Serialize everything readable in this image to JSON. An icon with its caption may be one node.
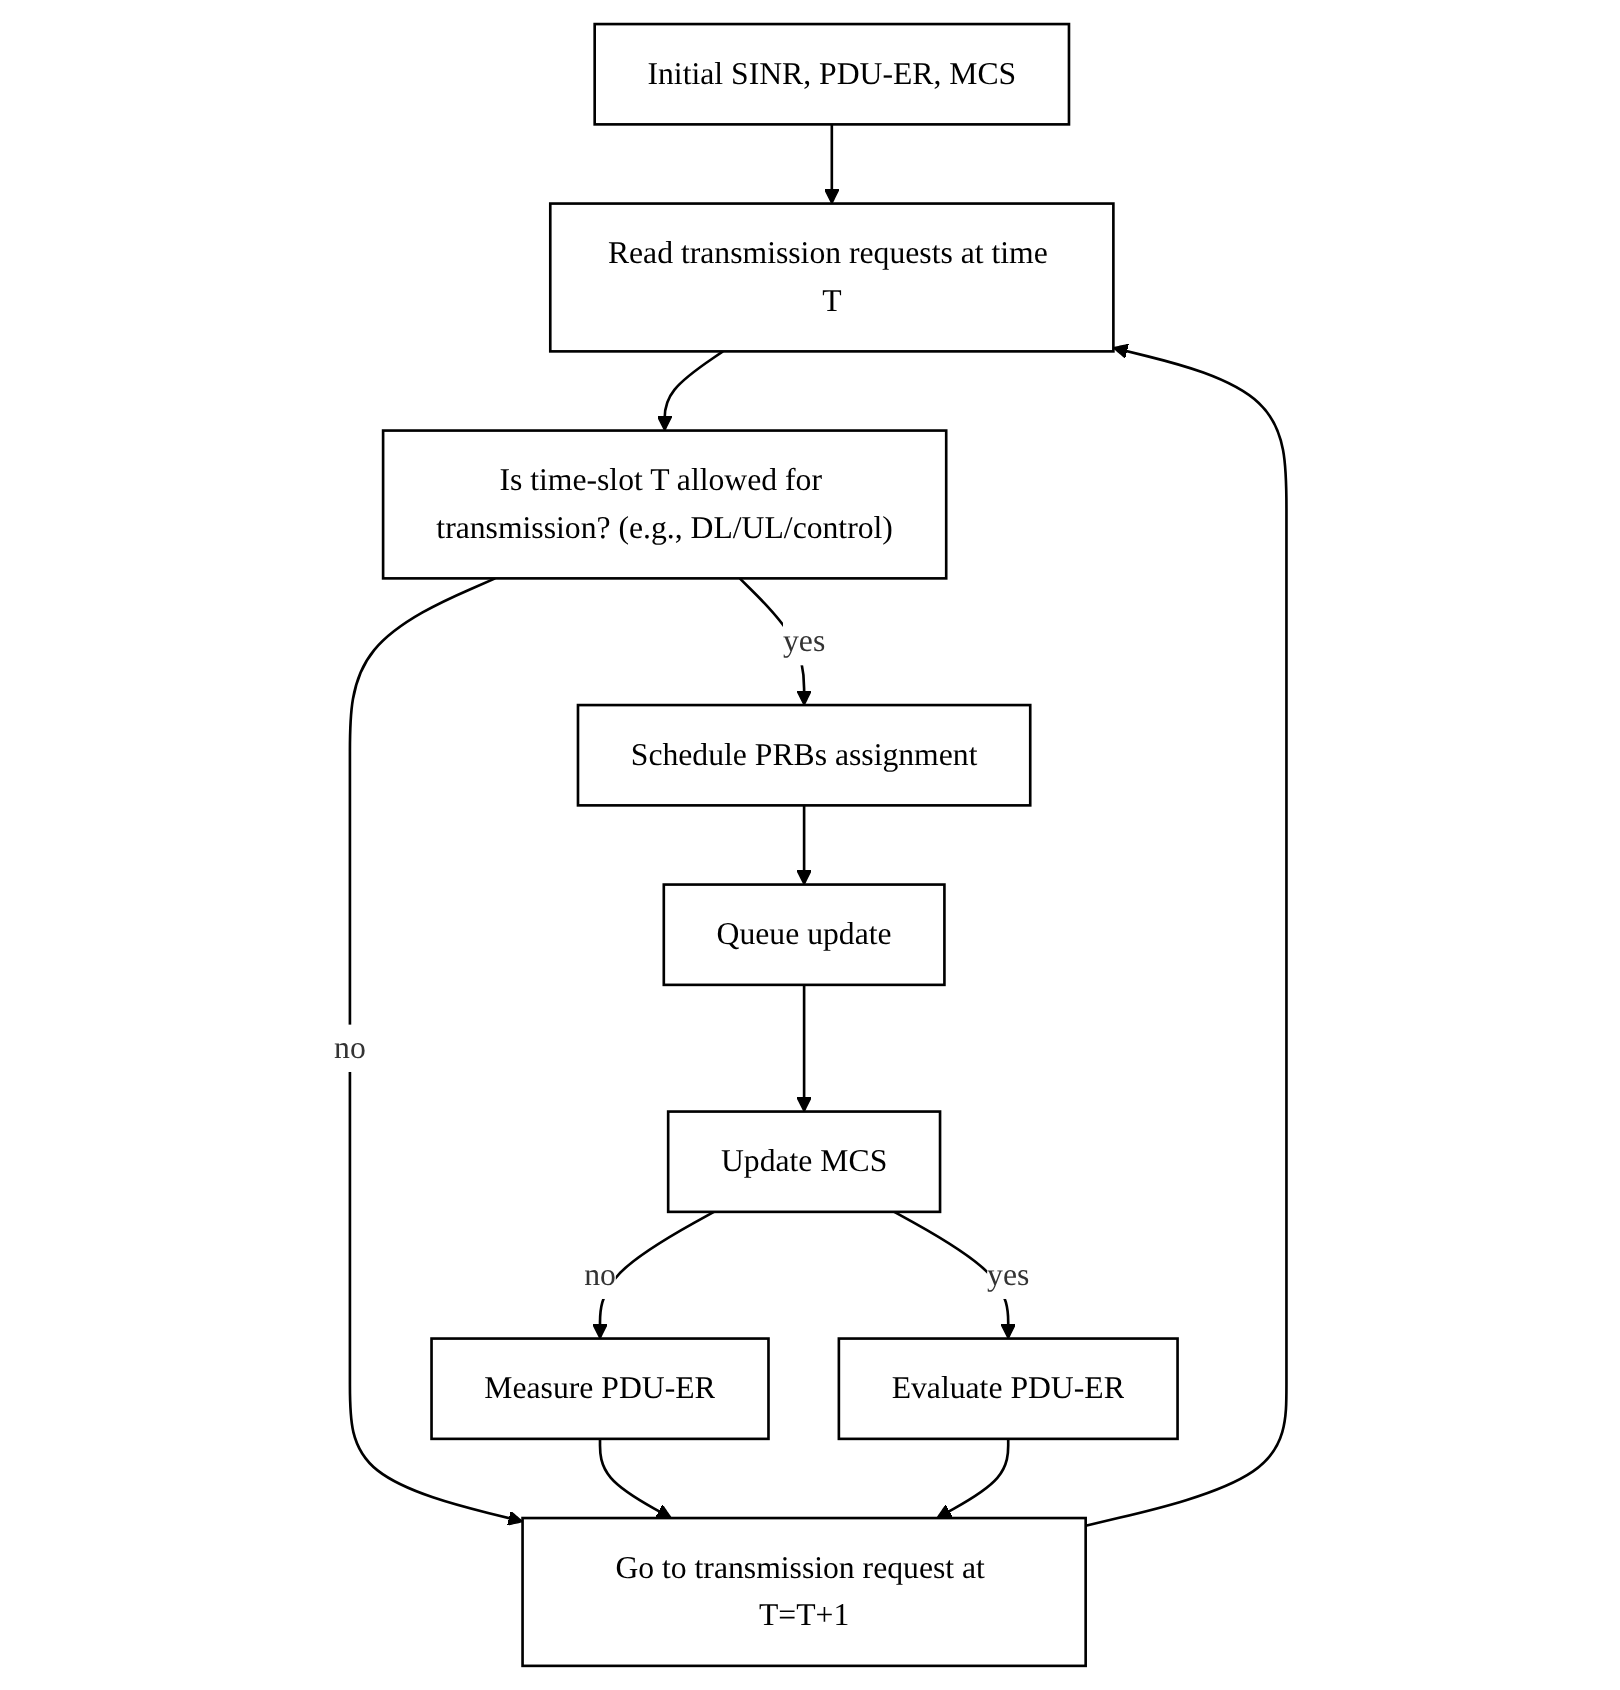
{
  "diagram": {
    "nodes": [
      {
        "text": [
          "Initial SINR, PDU-ER, MCS"
        ]
      },
      {
        "text": [
          "Read transmission requests at time T"
        ]
      },
      {
        "text": [
          "Is time-slot T allowed for transmission? (e.g., DL/UL/control)"
        ]
      },
      {
        "text": [
          "Schedule PRBs assignment"
        ]
      },
      {
        "text": [
          "Queue update"
        ]
      },
      {
        "text": [
          "Measure PDU-ER"
        ]
      },
      {
        "text": [
          "Update MCS"
        ]
      },
      {
        "text": [
          "Evaluate PDU-ER"
        ]
      },
      {
        "text": [
          "Go to transmission request at T=T+1"
        ]
      }
    ],
    "edges": [
      {
        "from": 0,
        "to": 1,
        "arrow": "to"
      },
      {
        "from": 1,
        "to": 2,
        "arrow": "to"
      },
      {
        "from": 2,
        "to": 3,
        "arrow": "to",
        "label": "yes"
      },
      {
        "from": 2,
        "to": 8,
        "arrow": "to",
        "label": "no"
      },
      {
        "from": 3,
        "to": 4,
        "arrow": "to"
      },
      {
        "from": 4,
        "to": 6,
        "arrow": "to"
      },
      {
        "from": 6,
        "to": 5,
        "arrow": "to",
        "label": "no"
      },
      {
        "from": 6,
        "to": 7,
        "arrow": "to",
        "label": "yes"
      },
      {
        "from": 5,
        "to": 8,
        "arrow": "to"
      },
      {
        "from": 7,
        "to": 8,
        "arrow": "to"
      },
      {
        "from": 8,
        "to": 1,
        "arrow": "to"
      }
    ]
  }
}
